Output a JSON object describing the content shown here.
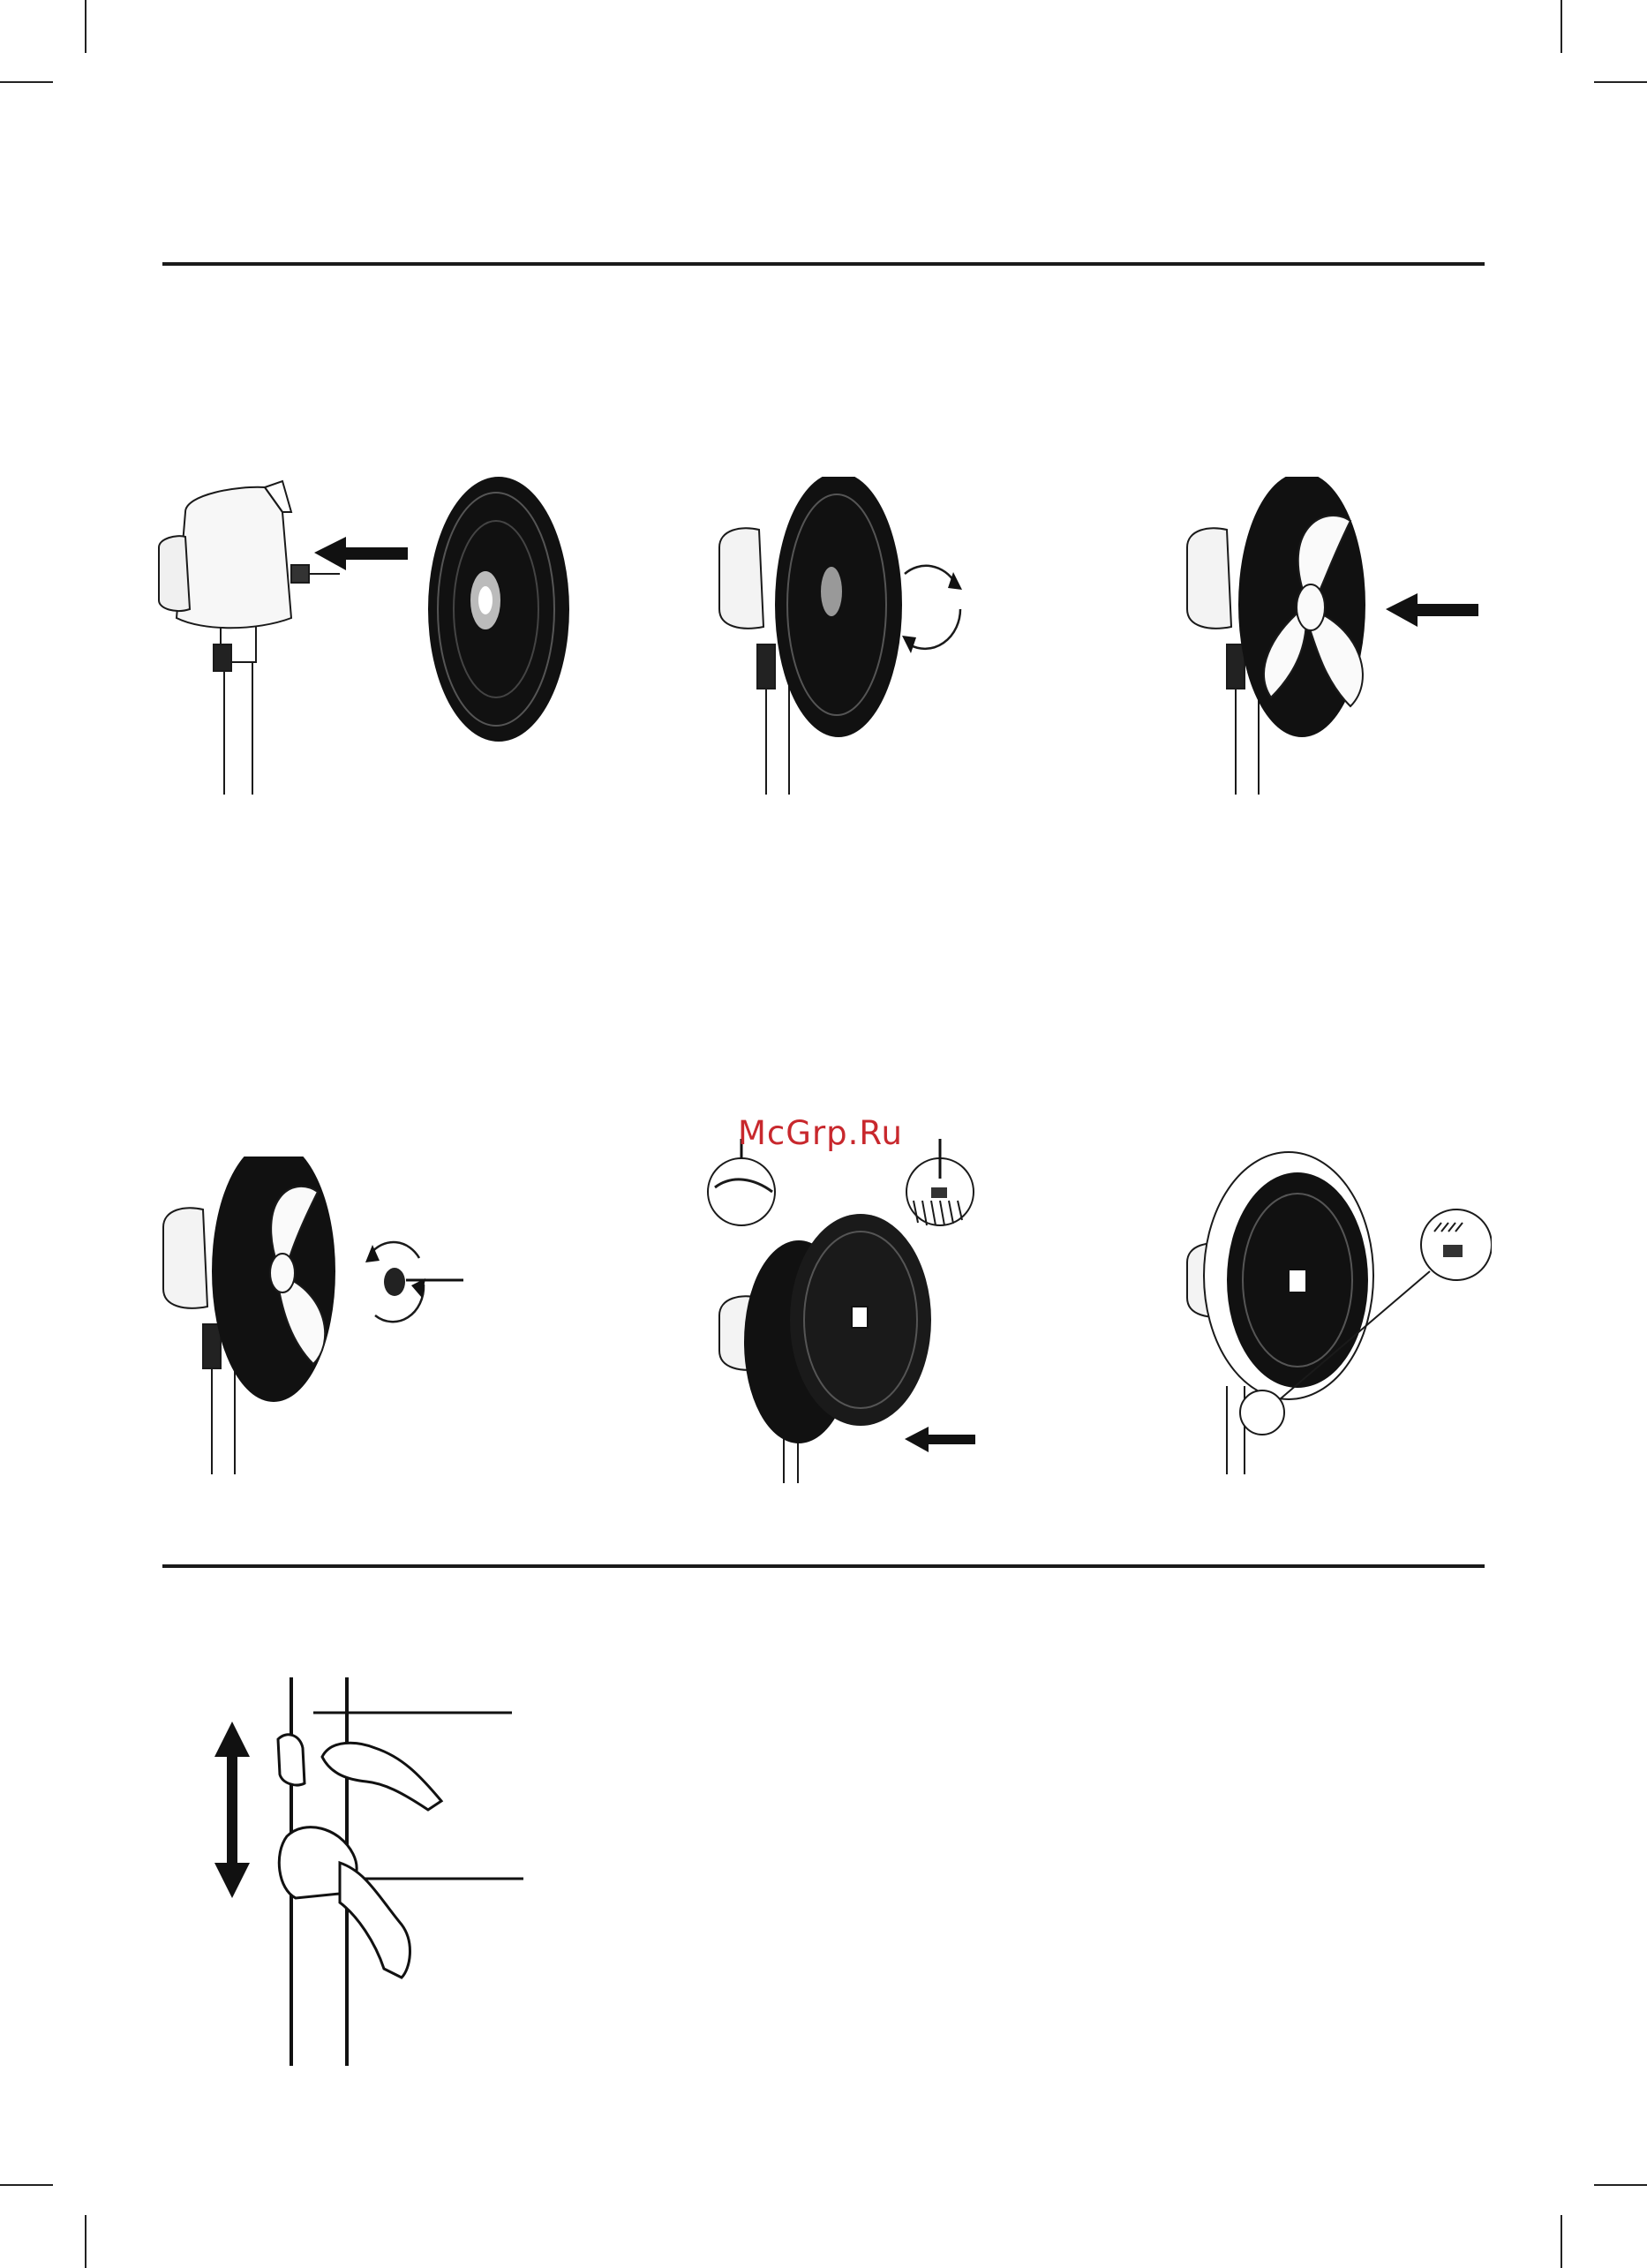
{
  "page": {
    "watermark": "McGrp.Ru"
  },
  "figures": [
    {
      "id": "attach-rear-grille",
      "icon": "rear-grille-arrow-icon"
    },
    {
      "id": "rotate-grille-nut",
      "icon": "rotate-cycle-icon"
    },
    {
      "id": "insert-blade",
      "icon": "blade-arrow-icon"
    },
    {
      "id": "spinner-cap",
      "icon": "spinner-cap-rotate-icon"
    },
    {
      "id": "front-grille-hooks",
      "icon": "front-grille-detail-icon"
    },
    {
      "id": "grille-clip",
      "icon": "grille-clip-detail-icon"
    },
    {
      "id": "height-adjust",
      "icon": "hands-pole-updown-icon"
    }
  ]
}
